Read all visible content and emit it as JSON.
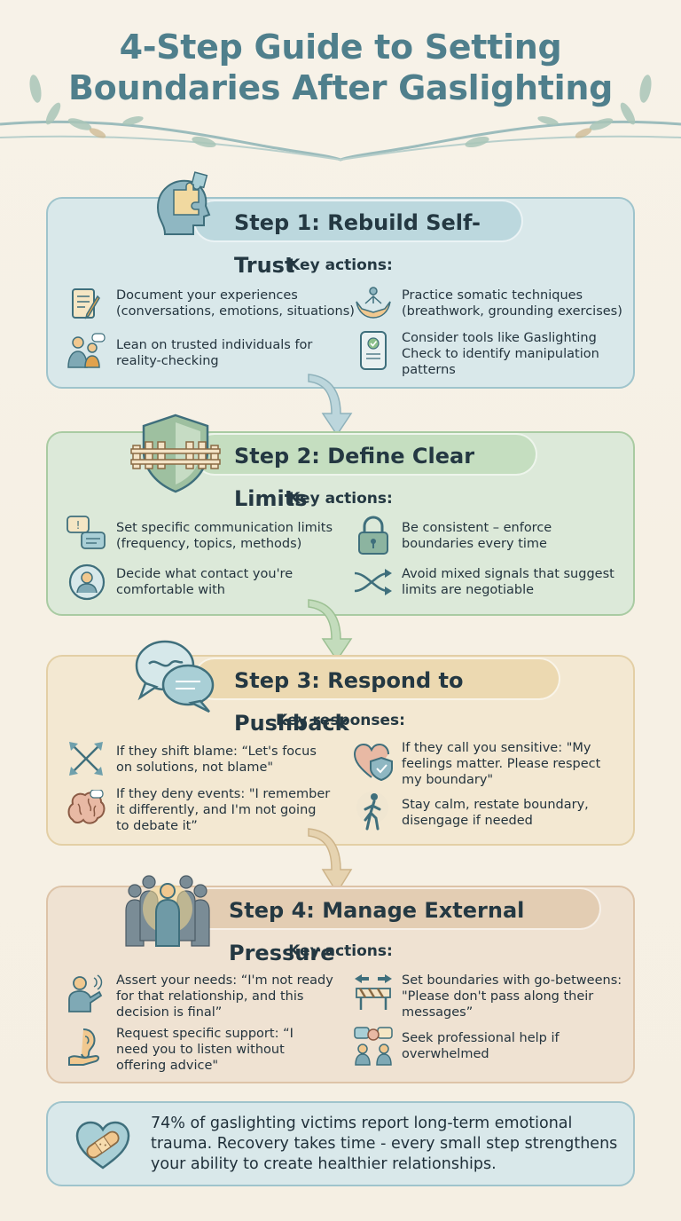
{
  "title_line1": "4-Step Guide to Setting",
  "title_line2": "Boundaries After Gaslighting",
  "steps": [
    {
      "title": "Step 1: Rebuild Self-Trust",
      "key_label": "Key actions:",
      "items": [
        {
          "icon": "journal-pen-icon",
          "line1": "Document your experiences",
          "line2": "(conversations, emotions, situations)",
          "line3": ""
        },
        {
          "icon": "meditation-hands-icon",
          "line1": "Practice somatic techniques",
          "line2": "(breathwork, grounding exercises)",
          "line3": ""
        },
        {
          "icon": "support-people-icon",
          "line1": "Lean on trusted individuals for",
          "line2": "reality-checking",
          "line3": ""
        },
        {
          "icon": "phone-checklist-icon",
          "line1": "Consider tools like Gaslighting",
          "line2": "Check to identify manipulation",
          "line3": "patterns"
        }
      ]
    },
    {
      "title": "Step 2: Define Clear Limits",
      "key_label": "Key actions:",
      "items": [
        {
          "icon": "chat-bubbles-icon",
          "line1": "Set specific communication limits",
          "line2": "(frequency, topics, methods)",
          "line3": ""
        },
        {
          "icon": "padlock-icon",
          "line1": "Be consistent – enforce",
          "line2": "boundaries every time",
          "line3": ""
        },
        {
          "icon": "person-circle-icon",
          "line1": "Decide what contact you're",
          "line2": "comfortable with",
          "line3": ""
        },
        {
          "icon": "crossed-arrows-icon",
          "line1": "Avoid mixed signals that suggest",
          "line2": "limits are negotiable",
          "line3": ""
        }
      ]
    },
    {
      "title": "Step 3: Respond to Pushback",
      "key_label": "Key responses:",
      "items": [
        {
          "icon": "scatter-arrows-icon",
          "line1": "If they shift blame: “Let's focus",
          "line2": "on solutions, not blame\"",
          "line3": ""
        },
        {
          "icon": "heart-shield-icon",
          "line1": "If they call you sensitive: \"My",
          "line2": "feelings matter. Please respect",
          "line3": "my boundary\""
        },
        {
          "icon": "brain-icon",
          "line1": "If they deny events: \"I remember",
          "line2": "it differently, and I'm not going",
          "line3": "to debate it”"
        },
        {
          "icon": "walking-person-icon",
          "line1": "Stay calm, restate boundary,",
          "line2": "disengage if needed",
          "line3": ""
        }
      ]
    },
    {
      "title": "Step 4: Manage External Pressure",
      "key_label": "Key actions:",
      "items": [
        {
          "icon": "speaking-person-icon",
          "line1": "Assert your needs: “I'm not ready",
          "line2": "for that relationship, and this",
          "line3": "decision is final”"
        },
        {
          "icon": "barrier-arrows-icon",
          "line1": "Set boundaries with go-betweens:",
          "line2": "\"Please don't pass along their",
          "line3": "messages”"
        },
        {
          "icon": "ear-hand-icon",
          "line1": "Request specific support: “I",
          "line2": "need you to listen without",
          "line3": "offering advice\""
        },
        {
          "icon": "counseling-icon",
          "line1": "Seek professional help if",
          "line2": "overwhelmed",
          "line3": ""
        }
      ]
    }
  ],
  "footer": {
    "icon": "bandaged-heart-icon",
    "line1": "74% of gaslighting victims report long-term emotional",
    "line2": "trauma. Recovery takes time - every small step strengthens",
    "line3": "your ability to create healthier relationships."
  },
  "colors": {
    "title": "#4f7f8c",
    "step1": "#d9e8ea",
    "step2": "#dce9d9",
    "step3": "#f3e8d2",
    "step4": "#efe2d2"
  }
}
